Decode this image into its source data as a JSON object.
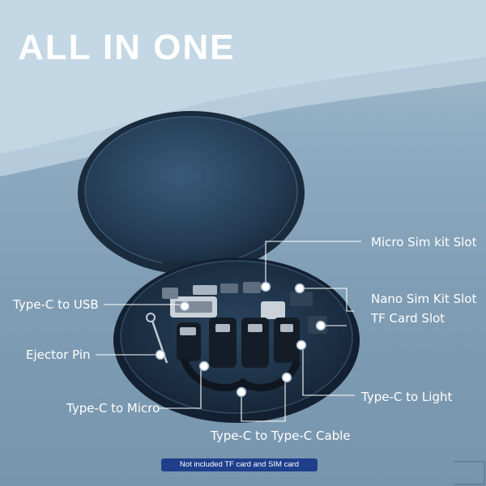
{
  "headline": "ALL IN ONE",
  "callouts": {
    "micro_sim_kit_slot": "Micro Sim kit Slot",
    "nano_sim_kit_slot": "Nano Sim Kit Slot",
    "tf_card_slot": "TF  Card Slot",
    "type_c_to_usb": "Type-C to USB",
    "ejector_pin": "Ejector Pin",
    "type_c_to_micro": "Type-C to Micro",
    "type_c_to_light": "Type-C to Light",
    "type_c_to_type_c_cable": "Type-C to Type-C Cable"
  },
  "disclaimer": "Not included TF card and SIM card",
  "colors": {
    "background": "#7f9db4",
    "case": "#1e3245",
    "callout_text": "#ffffff",
    "disclaimer_badge": "#1f3f8c"
  }
}
